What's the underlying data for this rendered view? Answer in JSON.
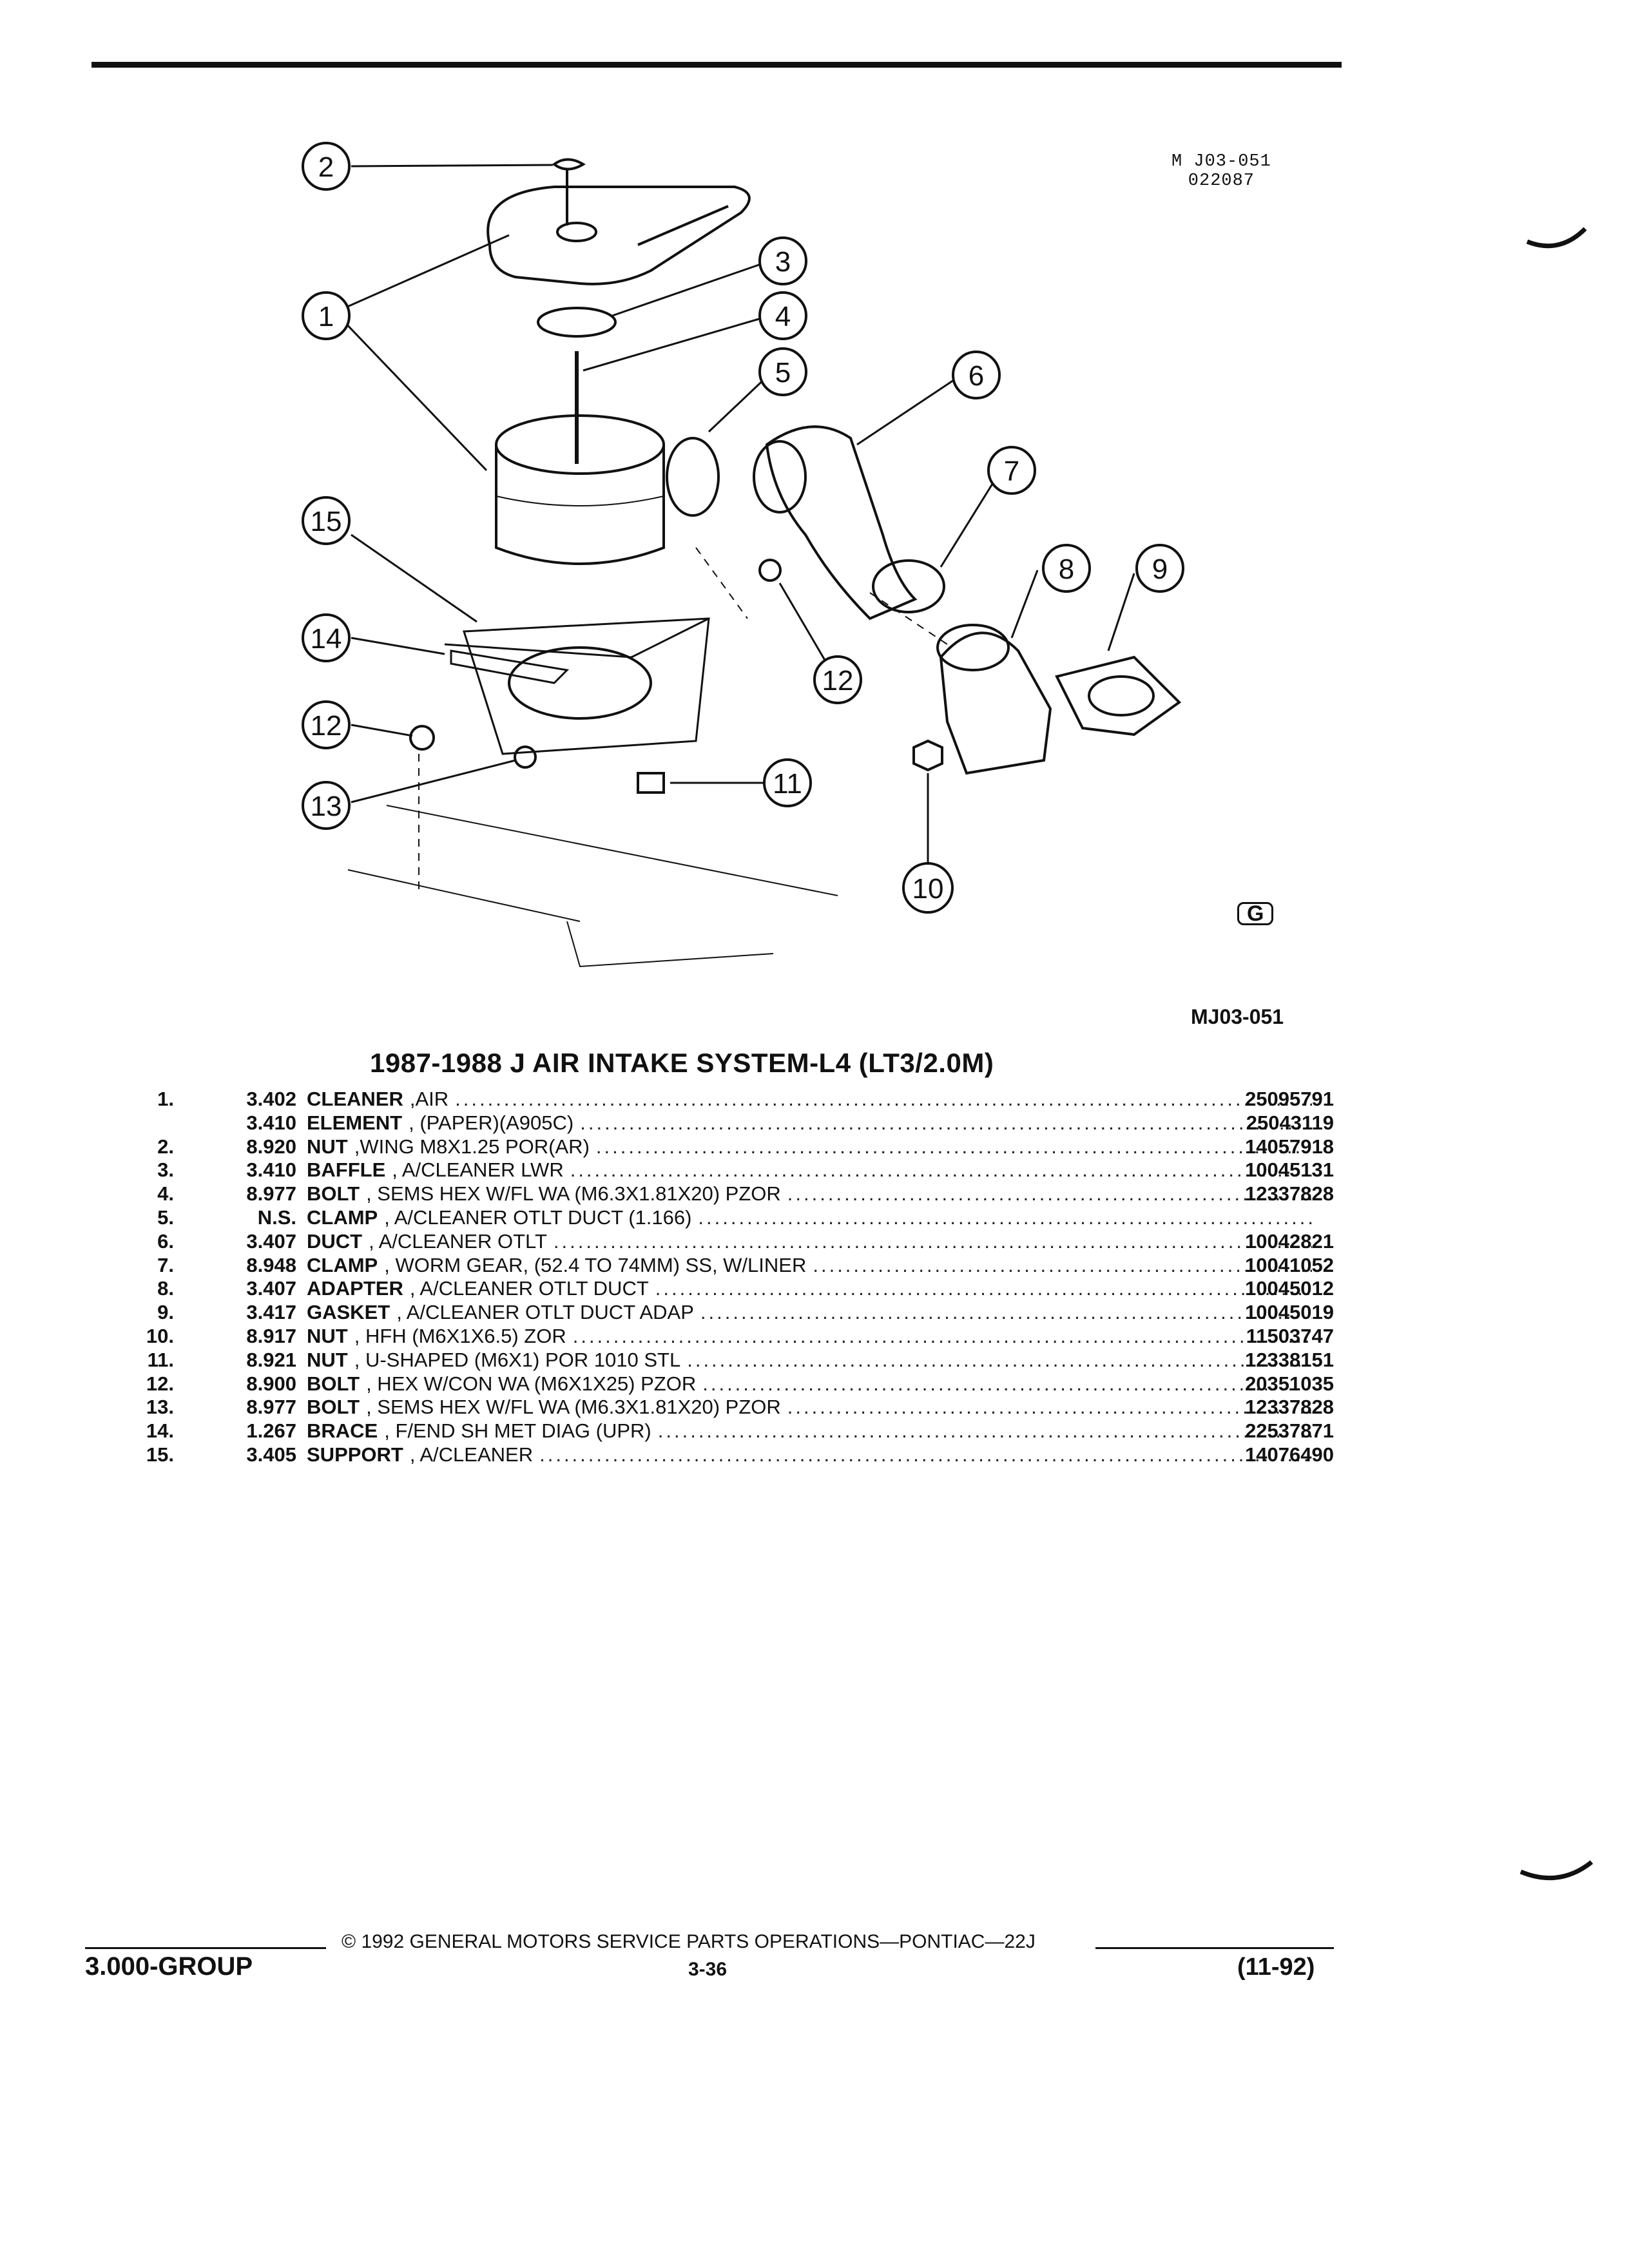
{
  "figure": {
    "code_small_line1": "M J03-051",
    "code_small_line2": "022087",
    "code_main": "MJ03-051",
    "logo": "G",
    "callouts": [
      "1",
      "2",
      "3",
      "4",
      "5",
      "6",
      "7",
      "8",
      "9",
      "10",
      "11",
      "12",
      "12",
      "13",
      "14",
      "15"
    ]
  },
  "title": "1987-1988 J AIR INTAKE SYSTEM-L4 (LT3/2.0M)",
  "parts": [
    {
      "ref": "1.",
      "group": "3.402",
      "name": "CLEANER",
      "detail": ",AIR",
      "part_no": "25095791"
    },
    {
      "ref": "",
      "group": "3.410",
      "name": "ELEMENT",
      "detail": ", (PAPER)(A905C)",
      "part_no": "25043119"
    },
    {
      "ref": "2.",
      "group": "8.920",
      "name": "NUT",
      "detail": ",WING M8X1.25 POR(AR)",
      "part_no": "14057918"
    },
    {
      "ref": "3.",
      "group": "3.410",
      "name": "BAFFLE",
      "detail": ", A/CLEANER LWR",
      "part_no": "10045131"
    },
    {
      "ref": "4.",
      "group": "8.977",
      "name": "BOLT",
      "detail": ", SEMS HEX W/FL WA (M6.3X1.81X20) PZOR",
      "part_no": "12337828"
    },
    {
      "ref": "5.",
      "group": "N.S.",
      "name": "CLAMP",
      "detail": ", A/CLEANER OTLT DUCT (1.166)",
      "part_no": ""
    },
    {
      "ref": "6.",
      "group": "3.407",
      "name": "DUCT",
      "detail": ", A/CLEANER OTLT",
      "part_no": "10042821"
    },
    {
      "ref": "7.",
      "group": "8.948",
      "name": "CLAMP",
      "detail": ", WORM GEAR, (52.4 TO 74MM) SS, W/LINER",
      "part_no": "10041052"
    },
    {
      "ref": "8.",
      "group": "3.407",
      "name": "ADAPTER",
      "detail": ", A/CLEANER OTLT DUCT",
      "part_no": "10045012"
    },
    {
      "ref": "9.",
      "group": "3.417",
      "name": "GASKET",
      "detail": ", A/CLEANER OTLT DUCT ADAP",
      "part_no": "10045019"
    },
    {
      "ref": "10.",
      "group": "8.917",
      "name": "NUT",
      "detail": ", HFH (M6X1X6.5) ZOR",
      "part_no": "11503747"
    },
    {
      "ref": "11.",
      "group": "8.921",
      "name": "NUT",
      "detail": ", U-SHAPED (M6X1) POR 1010 STL",
      "part_no": "12338151"
    },
    {
      "ref": "12.",
      "group": "8.900",
      "name": "BOLT",
      "detail": ", HEX W/CON WA (M6X1X25) PZOR",
      "part_no": "20351035"
    },
    {
      "ref": "13.",
      "group": "8.977",
      "name": "BOLT",
      "detail": ", SEMS HEX W/FL WA (M6.3X1.81X20) PZOR",
      "part_no": "12337828"
    },
    {
      "ref": "14.",
      "group": "1.267",
      "name": "BRACE",
      "detail": ", F/END SH MET DIAG (UPR)",
      "part_no": "22537871"
    },
    {
      "ref": "15.",
      "group": "3.405",
      "name": "SUPPORT",
      "detail": ", A/CLEANER",
      "part_no": "14076490"
    }
  ],
  "footer": {
    "copyright": "© 1992 GENERAL MOTORS SERVICE PARTS OPERATIONS—PONTIAC—22J",
    "group": "3.000-GROUP",
    "page": "3-36",
    "date": "(11-92)"
  }
}
